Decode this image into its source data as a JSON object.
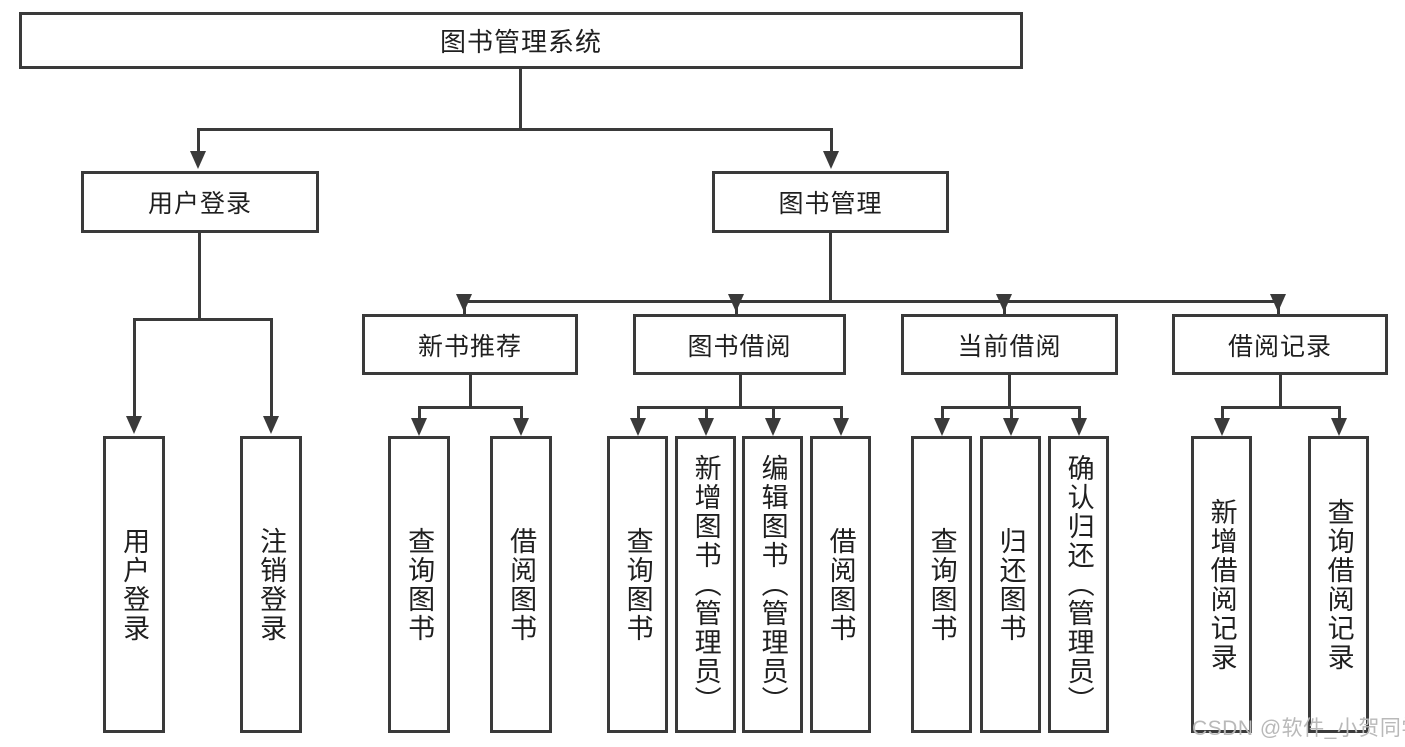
{
  "diagram": {
    "type": "tree-hierarchy",
    "title": "图书管理系统",
    "root": {
      "id": "root",
      "label": "图书管理系统"
    },
    "level2": [
      {
        "id": "user-login",
        "label": "用户登录"
      },
      {
        "id": "book-manage",
        "label": "图书管理"
      }
    ],
    "level3": [
      {
        "id": "new-book-rec",
        "label": "新书推荐",
        "parent": "book-manage"
      },
      {
        "id": "book-borrow",
        "label": "图书借阅",
        "parent": "book-manage"
      },
      {
        "id": "current-borrow",
        "label": "当前借阅",
        "parent": "book-manage"
      },
      {
        "id": "borrow-record",
        "label": "借阅记录",
        "parent": "book-manage"
      }
    ],
    "leaves": [
      {
        "id": "leaf-user-login",
        "label": "用户登录",
        "parent": "user-login"
      },
      {
        "id": "leaf-user-logout",
        "label": "注销登录",
        "parent": "user-login"
      },
      {
        "id": "leaf-query-book-1",
        "label": "查询图书",
        "parent": "new-book-rec"
      },
      {
        "id": "leaf-borrow-book-1",
        "label": "借阅图书",
        "parent": "new-book-rec"
      },
      {
        "id": "leaf-query-book-2",
        "label": "查询图书",
        "parent": "book-borrow"
      },
      {
        "id": "leaf-add-book",
        "label": "新增图书（管理员）",
        "parent": "book-borrow"
      },
      {
        "id": "leaf-edit-book",
        "label": "编辑图书（管理员）",
        "parent": "book-borrow"
      },
      {
        "id": "leaf-borrow-book-2",
        "label": "借阅图书",
        "parent": "book-borrow"
      },
      {
        "id": "leaf-query-book-3",
        "label": "查询图书",
        "parent": "current-borrow"
      },
      {
        "id": "leaf-return-book",
        "label": "归还图书",
        "parent": "current-borrow"
      },
      {
        "id": "leaf-confirm-return",
        "label": "确认归还（管理员）",
        "parent": "current-borrow"
      },
      {
        "id": "leaf-add-record",
        "label": "新增借阅记录",
        "parent": "borrow-record"
      },
      {
        "id": "leaf-query-record",
        "label": "查询借阅记录",
        "parent": "borrow-record"
      }
    ],
    "colors": {
      "stroke": "#3a3a3a",
      "fill": "#ffffff",
      "text": "#1f1f1f",
      "watermark": "#b9b9b9"
    }
  },
  "watermark": {
    "text": "CSDN @软件_小贺同学"
  }
}
